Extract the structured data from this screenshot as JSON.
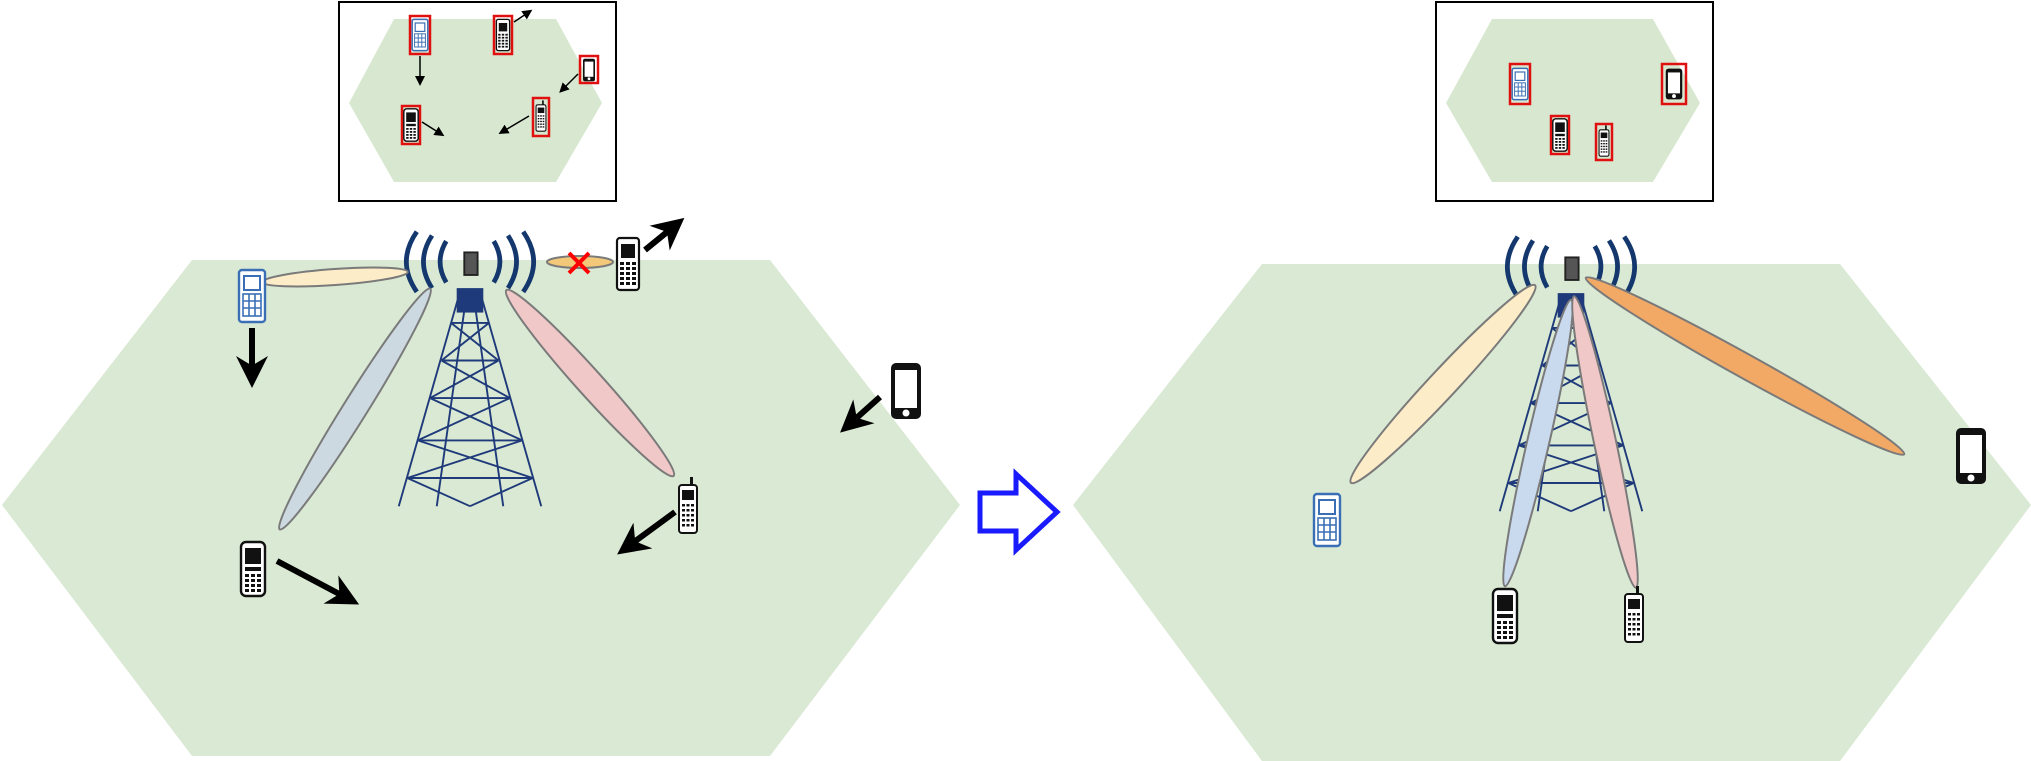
{
  "colors": {
    "background": "#ffffff",
    "cell_fill": "#d9e9d3",
    "cell_fill_alt": "#d8e8d0",
    "tower_color": "#1f3a7a",
    "tower_wave_color": "#14386e",
    "beam_cream": "#fcecc8",
    "beam_blue_gray": "#ccd9e0",
    "beam_pink": "#f1c8c8",
    "beam_light_blue": "#c9d9ee",
    "beam_orange": "#f3a966",
    "beam_outline": "#7a7a7a",
    "arrow_black": "#000000",
    "transition_arrow": "#1a1aff",
    "blocked_mark": "#ff0000",
    "inset_border": "#000000",
    "inset_device_border": "#e01010",
    "phone_black": "#111111",
    "phone_blue": "#3a6fb5"
  },
  "panels": {
    "before": {
      "name": "before-beam-tracking",
      "cell": "hexagonal-cell",
      "tower": "base-station-tower-icon",
      "beams": [
        {
          "name": "beam-to-blue-phone",
          "color": "beam_cream"
        },
        {
          "name": "beam-to-blocked-phone",
          "color": "beam_orange",
          "blocked": true
        },
        {
          "name": "beam-to-lower-left-phone",
          "color": "beam_blue_gray"
        },
        {
          "name": "beam-to-lower-right-phone",
          "color": "beam_pink"
        }
      ],
      "devices": [
        {
          "name": "blue-keypad-phone-icon",
          "moving": "down"
        },
        {
          "name": "black-keypad-phone-icon",
          "moving": "up-right"
        },
        {
          "name": "smartphone-icon",
          "moving": "down-left"
        },
        {
          "name": "antenna-phone-icon",
          "moving": "down-left"
        },
        {
          "name": "black-candybar-phone-icon",
          "moving": "down-right"
        }
      ],
      "inset": "user-movement-inset"
    },
    "after": {
      "name": "after-beam-tracking",
      "cell": "hexagonal-cell",
      "tower": "base-station-tower-icon",
      "beams": [
        {
          "name": "beam-to-blue-phone",
          "color": "beam_cream"
        },
        {
          "name": "beam-to-candybar-phone",
          "color": "beam_light_blue"
        },
        {
          "name": "beam-to-antenna-phone",
          "color": "beam_pink"
        },
        {
          "name": "beam-to-smartphone",
          "color": "beam_orange"
        }
      ],
      "devices": [
        {
          "name": "blue-keypad-phone-icon"
        },
        {
          "name": "black-candybar-phone-icon"
        },
        {
          "name": "antenna-phone-icon"
        },
        {
          "name": "smartphone-icon"
        }
      ],
      "inset": "user-position-inset"
    }
  },
  "transition": {
    "icon": "right-hollow-arrow-icon"
  },
  "blocked_marker": {
    "icon": "red-x-icon"
  }
}
